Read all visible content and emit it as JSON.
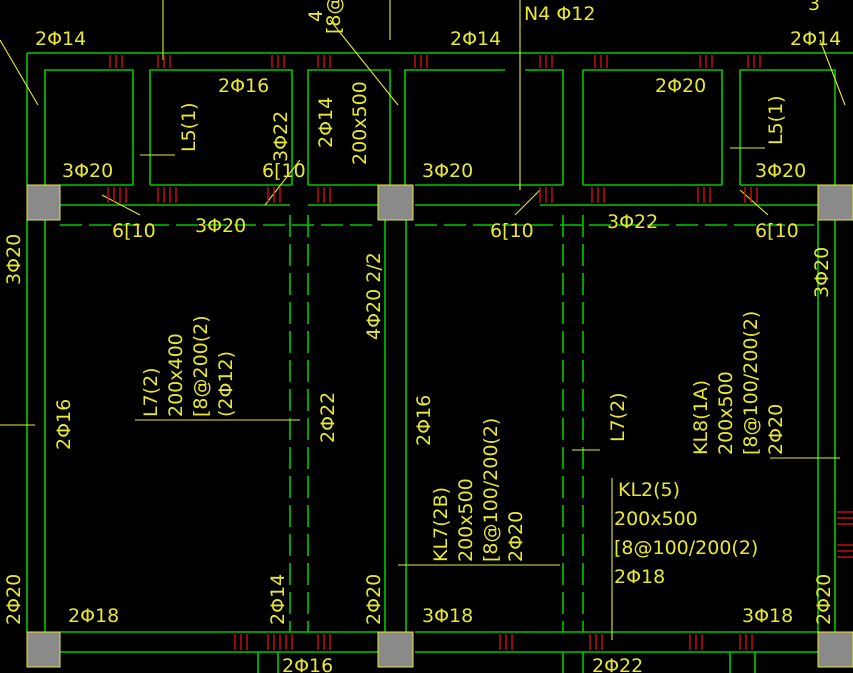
{
  "colors": {
    "background": "#000000",
    "beam_line": "#00c800",
    "annotation": "#e8e830",
    "stirrup_mark": "#d01010",
    "column": "#8a8a8a"
  },
  "labels": {
    "top_2014_left": "2Φ14",
    "top_2014_mid": "2Φ14",
    "top_2014_right": "2Φ14",
    "top_n4": "N4 Φ12",
    "top_cut_right": "3",
    "top_cut_mid": "4",
    "top_8at": "[8@",
    "room1_3020": "3Φ20",
    "room2_2016": "2Φ16",
    "room2_l5": "L5(1)",
    "room2_3022": "3Φ22",
    "room2_610": "6[10",
    "room3_2014": "2Φ14",
    "room3_size": "200x500",
    "room4_3020": "3Φ20",
    "room5_2020": "2Φ20",
    "room6_l5": "L5(1)",
    "room6_3020": "3Φ20",
    "mid_610_a": "6[10",
    "mid_3020": "3Φ20",
    "mid_610_b": "6[10",
    "mid_3022": "3Φ22",
    "mid_610_c": "6[10",
    "left_3020": "3Φ20",
    "right_3020": "3Φ20",
    "col_4020": "4Φ20 2/2",
    "l7_a_line1": "L7(2)",
    "l7_a_line2": "200x400",
    "l7_a_line3": "[8@200(2)",
    "l7_a_line4": "(2Φ12)",
    "v_2016_left": "2Φ16",
    "v_2022": "2Φ22",
    "v_2016_mid": "2Φ16",
    "l7_b": "L7(2)",
    "kl8_line1": "KL8(1A)",
    "kl8_line2": "200x500",
    "kl8_line3": "[8@100/200(2)",
    "kl8_line4": "2Φ20",
    "kl7_line1": "KL7(2B)",
    "kl7_line2": "200x500",
    "kl7_line3": "[8@100/200(2)",
    "kl7_line4": "2Φ20",
    "kl2_line1": "KL2(5)",
    "kl2_line2": "200x500",
    "kl2_line3": "[8@100/200(2)",
    "kl2_line4": "2Φ18",
    "bot_2020_left": "2Φ20",
    "bot_2018_left": "2Φ18",
    "bot_2014": "2Φ14",
    "bot_2020_mid": "2Φ20",
    "bot_3018_mid": "3Φ18",
    "bot_3018_right": "3Φ18",
    "bot_2020_right": "2Φ20",
    "bot_2016": "2Φ16",
    "bot_2022": "2Φ22"
  }
}
